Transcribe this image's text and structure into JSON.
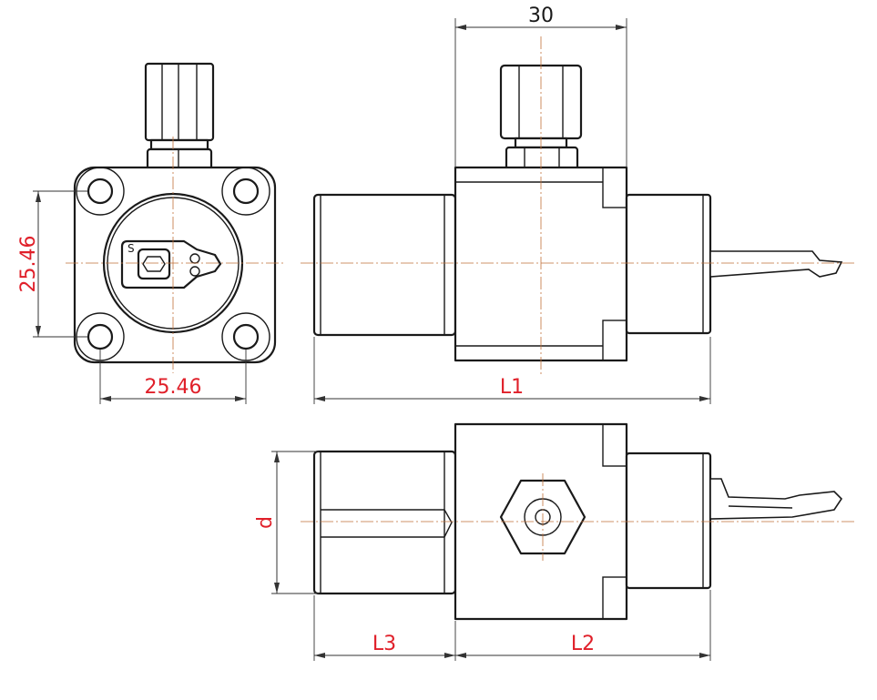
{
  "colors": {
    "dimension_text_red": "#e0202a",
    "dimension_text_black": "#1a1a1a",
    "outline": "#1a1a1a",
    "centerline": "#c0703a"
  },
  "dimensions": {
    "top_width": "30",
    "front_height": "25.46",
    "front_width": "25.46",
    "overall_length": "L1",
    "diameter": "d",
    "shank_length": "L3",
    "body_length": "L2"
  }
}
